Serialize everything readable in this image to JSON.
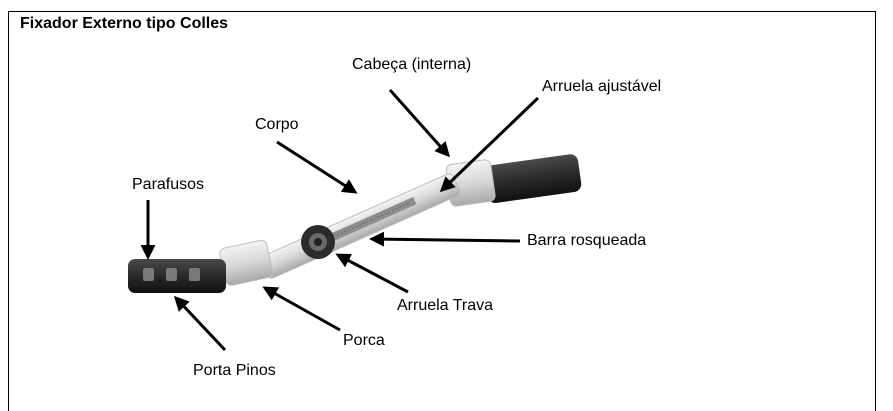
{
  "title": "Fixador Externo tipo Colles",
  "labels": {
    "cabeca": "Cabeça (interna)",
    "arruela_ajustavel": "Arruela ajustável",
    "corpo": "Corpo",
    "parafusos": "Parafusos",
    "barra_rosqueada": "Barra rosqueada",
    "arruela_trava": "Arruela Trava",
    "porca": "Porca",
    "porta_pinos": "Porta Pinos"
  }
}
